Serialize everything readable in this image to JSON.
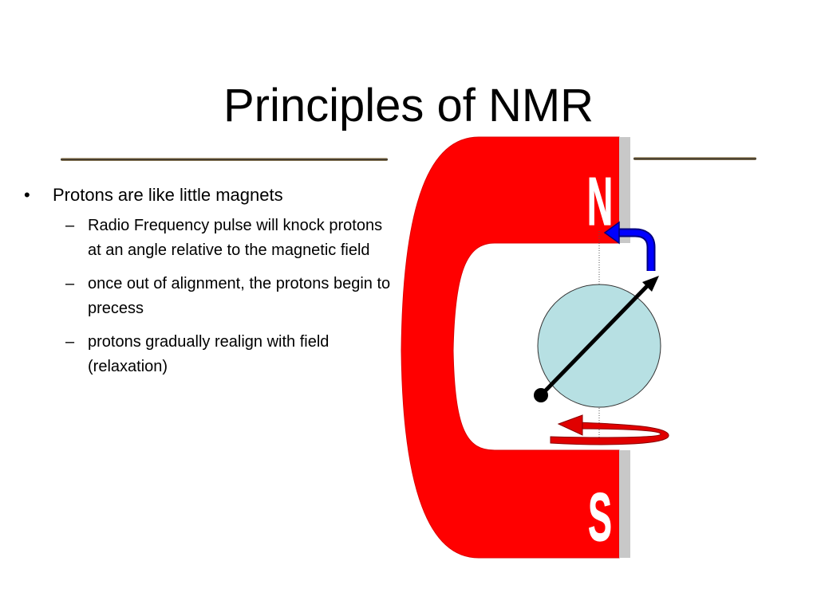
{
  "title": "Principles of NMR",
  "bullets": [
    {
      "marker": "•",
      "text": "Protons are like little magnets",
      "children": [
        {
          "marker": "–",
          "text": "Radio Frequency pulse will knock protons at an angle relative to the magnetic field"
        },
        {
          "marker": "–",
          "text": "once out of alignment, the protons begin to precess"
        },
        {
          "marker": "–",
          "text": "protons gradually realign with field (relaxation)"
        }
      ]
    }
  ],
  "magnet": {
    "north_label": "N",
    "south_label": "S",
    "color": "#ff0000",
    "edge_color": "#c8c8c8"
  },
  "proton": {
    "color": "#b7e0e3",
    "outline": "#333333"
  },
  "arrows": {
    "tilt_arrow_color": "#0000ff",
    "precession_arrow_color": "#e00000"
  }
}
